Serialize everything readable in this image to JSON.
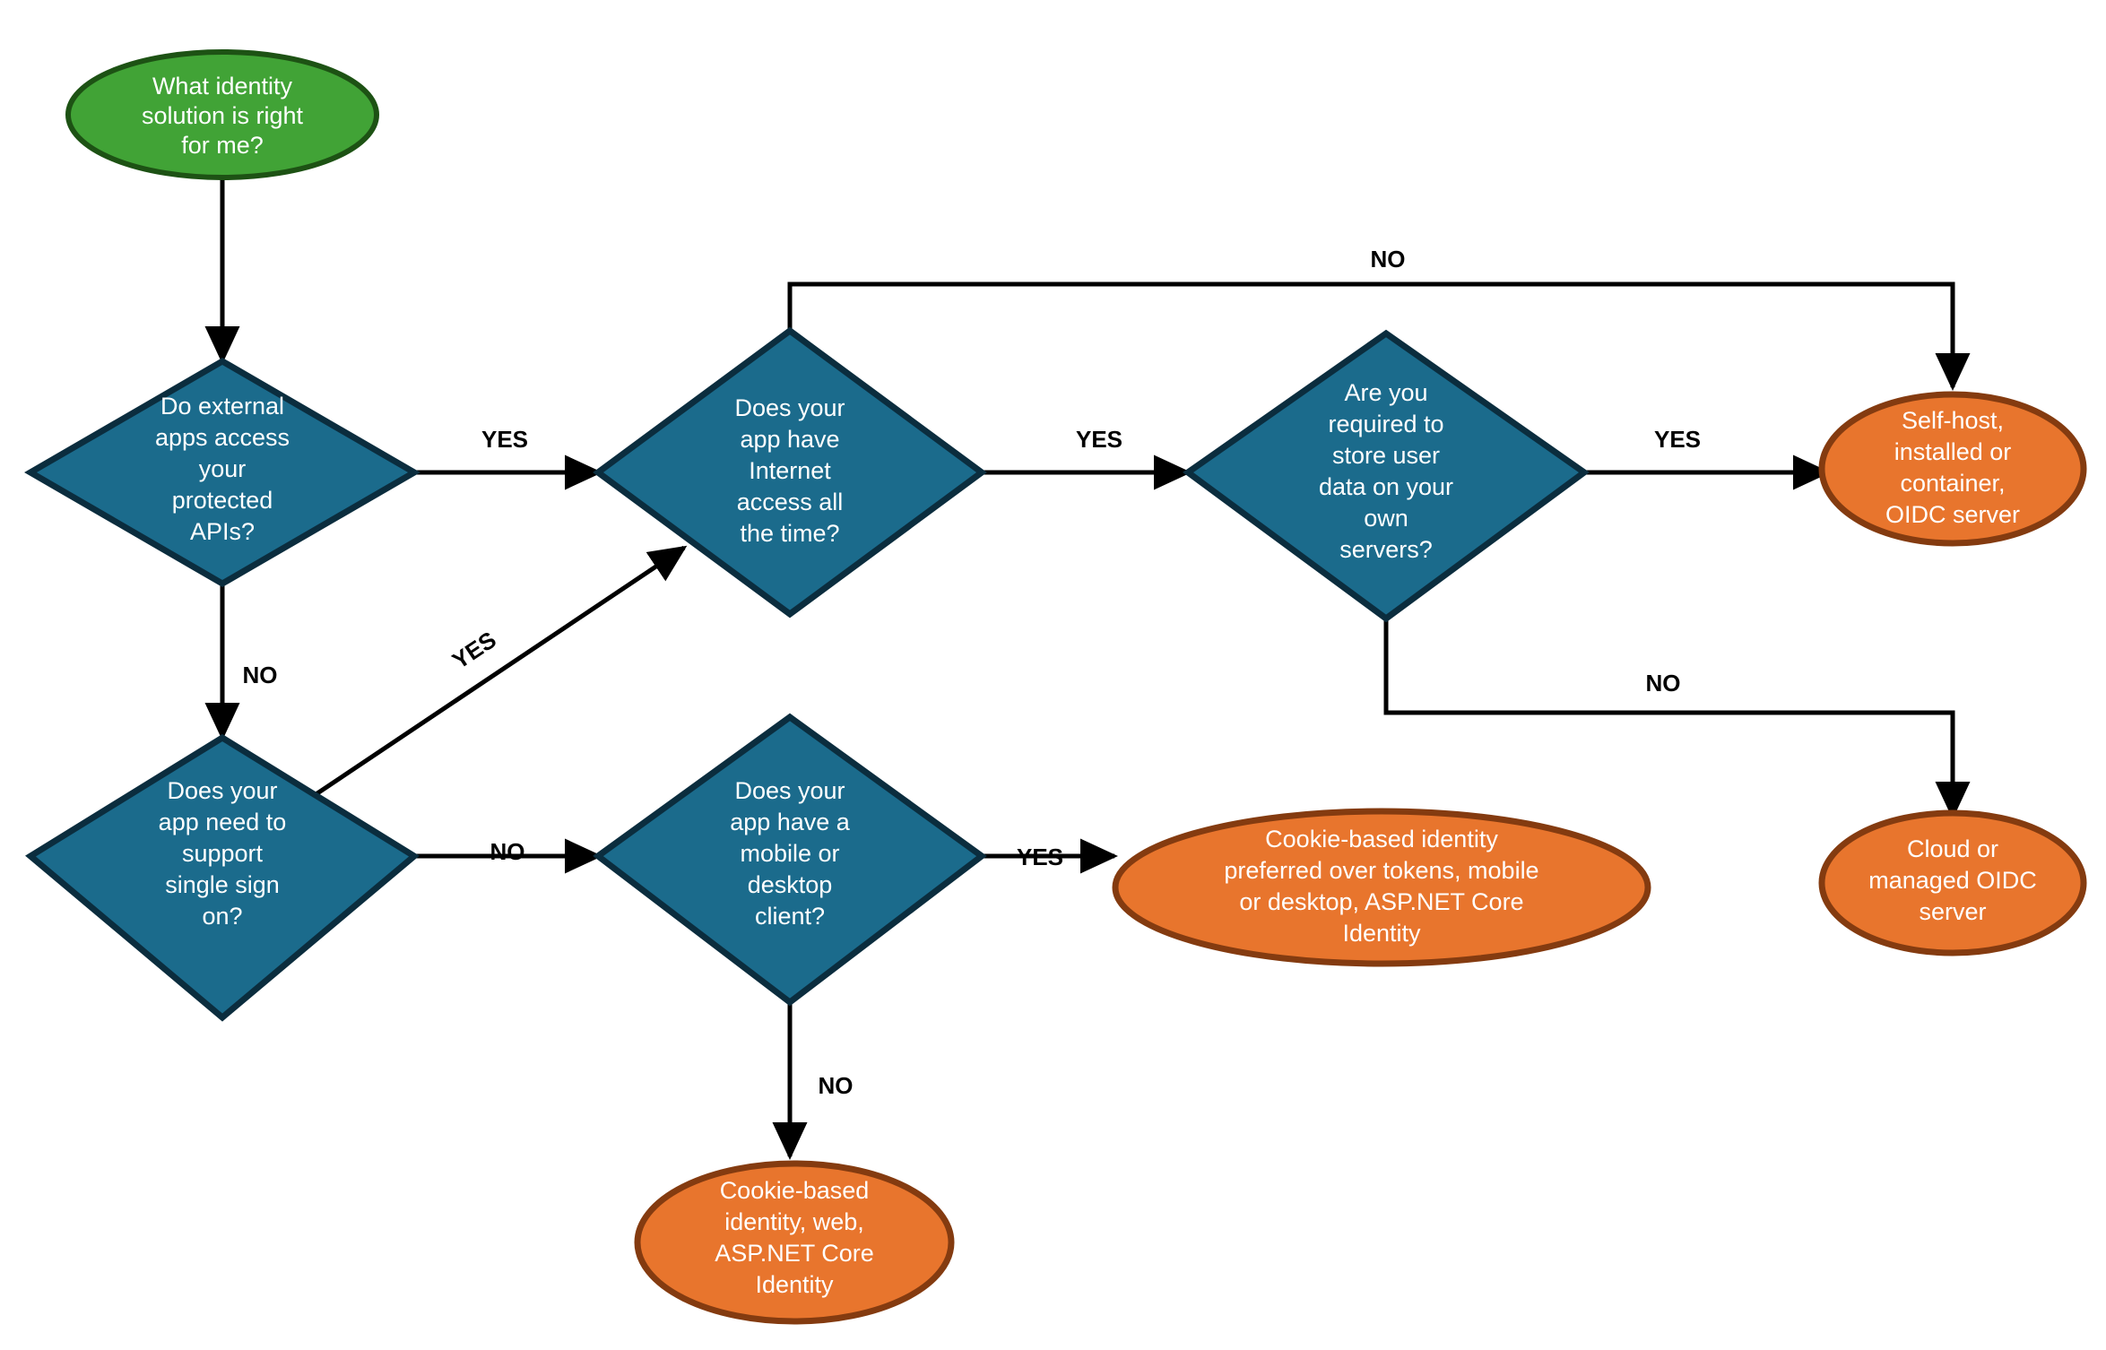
{
  "diagram": {
    "title": "Identity solution decision flowchart",
    "colors": {
      "start_fill": "#41A336",
      "start_stroke": "#1D5214",
      "decision_fill": "#1B6B8C",
      "decision_stroke": "#0B2D3E",
      "terminal_fill": "#E8752D",
      "terminal_stroke": "#843B10",
      "edge": "#000000",
      "label_text": "#FFFFFF",
      "background": "#FFFFFF"
    },
    "nodes": {
      "start": {
        "id": "start",
        "shape": "ellipse",
        "lines": [
          "What identity",
          "solution is right",
          "for me?"
        ]
      },
      "external_apis": {
        "id": "external-apis",
        "shape": "diamond",
        "lines": [
          "Do external",
          "apps access",
          "your",
          "protected",
          "APIs?"
        ]
      },
      "single_sign_on": {
        "id": "single-sign-on",
        "shape": "diamond",
        "lines": [
          "Does your",
          "app need to",
          "support",
          "single sign",
          "on?"
        ]
      },
      "internet_access": {
        "id": "internet-access",
        "shape": "diamond",
        "lines": [
          "Does your",
          "app have",
          "Internet",
          "access all",
          "the time?"
        ]
      },
      "store_user_data": {
        "id": "store-user-data",
        "shape": "diamond",
        "lines": [
          "Are you",
          "required to",
          "store user",
          "data on your",
          "own",
          "servers?"
        ]
      },
      "mobile_desktop_client": {
        "id": "mobile-desktop-client",
        "shape": "diamond",
        "lines": [
          "Does your",
          "app have a",
          "mobile or",
          "desktop",
          "client?"
        ]
      },
      "self_host": {
        "id": "self-host-oidc",
        "shape": "ellipse",
        "lines": [
          "Self-host,",
          "installed or",
          "container,",
          "OIDC server"
        ]
      },
      "cloud_managed": {
        "id": "cloud-managed-oidc",
        "shape": "ellipse",
        "lines": [
          "Cloud or",
          "managed OIDC",
          "server"
        ]
      },
      "cookie_mobile": {
        "id": "cookie-identity-mobile-desktop",
        "shape": "ellipse",
        "lines": [
          "Cookie-based identity",
          "preferred over tokens, mobile",
          "or desktop, ASP.NET Core",
          "Identity"
        ]
      },
      "cookie_web": {
        "id": "cookie-identity-web",
        "shape": "ellipse",
        "lines": [
          "Cookie-based",
          "identity, web,",
          "ASP.NET Core",
          "Identity"
        ]
      }
    },
    "edges": [
      {
        "id": "start-to-external-apis",
        "label": ""
      },
      {
        "id": "external-apis-yes-internet-access",
        "label": "YES"
      },
      {
        "id": "external-apis-no-single-sign-on",
        "label": "NO"
      },
      {
        "id": "single-sign-on-yes-internet-access",
        "label": "YES"
      },
      {
        "id": "single-sign-on-no-mobile-desktop-client",
        "label": "NO"
      },
      {
        "id": "internet-access-yes-store-user-data",
        "label": "YES"
      },
      {
        "id": "internet-access-no-self-host",
        "label": "NO"
      },
      {
        "id": "store-user-data-yes-self-host",
        "label": "YES"
      },
      {
        "id": "store-user-data-no-cloud-managed",
        "label": "NO"
      },
      {
        "id": "mobile-desktop-client-yes-cookie-mobile",
        "label": "YES"
      },
      {
        "id": "mobile-desktop-client-no-cookie-web",
        "label": "NO"
      }
    ]
  }
}
